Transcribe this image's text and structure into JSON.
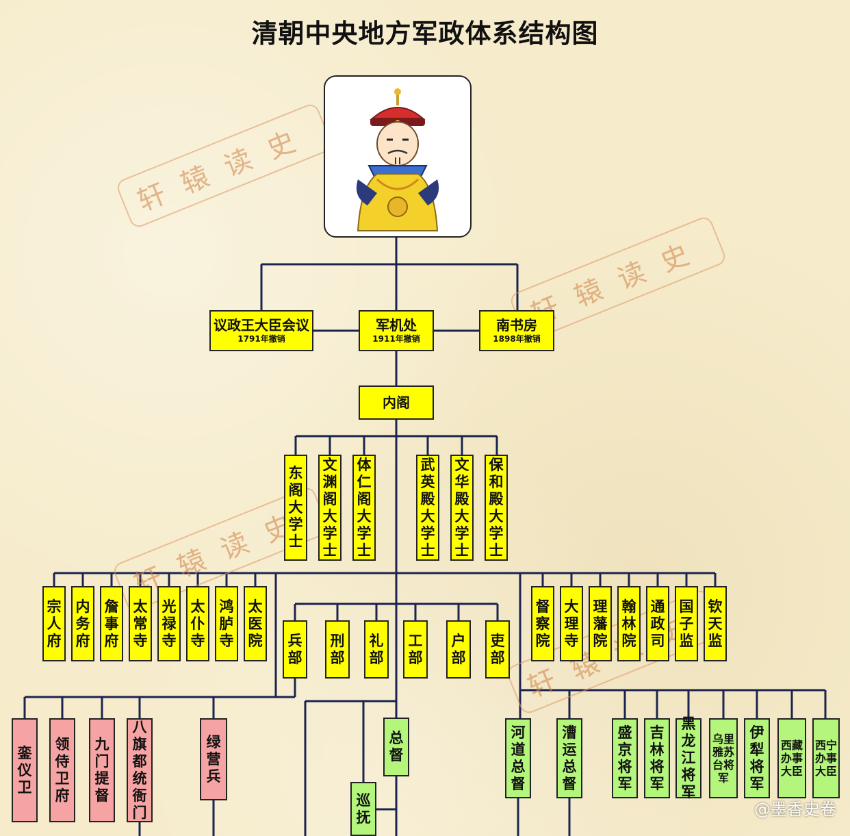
{
  "title": "清朝中央地方军政体系结构图",
  "watermark": "轩辕读史",
  "credit": "@墨香史卷",
  "top_level": [
    {
      "name": "议政王大臣会议",
      "note": "1791年撤销"
    },
    {
      "name": "军机处",
      "note": "1911年撤销"
    },
    {
      "name": "南书房",
      "note": "1898年撤销"
    }
  ],
  "neige": "内阁",
  "grand_secretaries": [
    "东阁大学士",
    "文渊阁大学士",
    "体仁阁大学士",
    "武英殿大学士",
    "文华殿大学士",
    "保和殿大学士"
  ],
  "left_agencies": [
    "宗人府",
    "内务府",
    "詹事府",
    "太常寺",
    "光禄寺",
    "太仆寺",
    "鸿胪寺",
    "太医院"
  ],
  "six_ministries": [
    "兵部",
    "刑部",
    "礼部",
    "工部",
    "户部",
    "吏部"
  ],
  "right_agencies": [
    "督察院",
    "大理寺",
    "理藩院",
    "翰林院",
    "通政司",
    "国子监",
    "钦天监"
  ],
  "military": [
    "銮仪卫",
    "领侍卫府",
    "九门提督",
    "八旗都统衙门",
    "绿营兵"
  ],
  "local": {
    "governor_general": "总督",
    "governor": "巡抚"
  },
  "right_officials": [
    "河道总督",
    "漕运总督"
  ],
  "frontier": [
    "盛京将军",
    "吉林将军",
    "黑龙江将军",
    "乌里雅苏台将军",
    "伊犁将军",
    "西藏办事大臣",
    "西宁办事大臣"
  ],
  "colors": {
    "line": "#1b2450",
    "yellow": "#ffff00",
    "red": "#f6a3a3",
    "green": "#b4f57c"
  }
}
